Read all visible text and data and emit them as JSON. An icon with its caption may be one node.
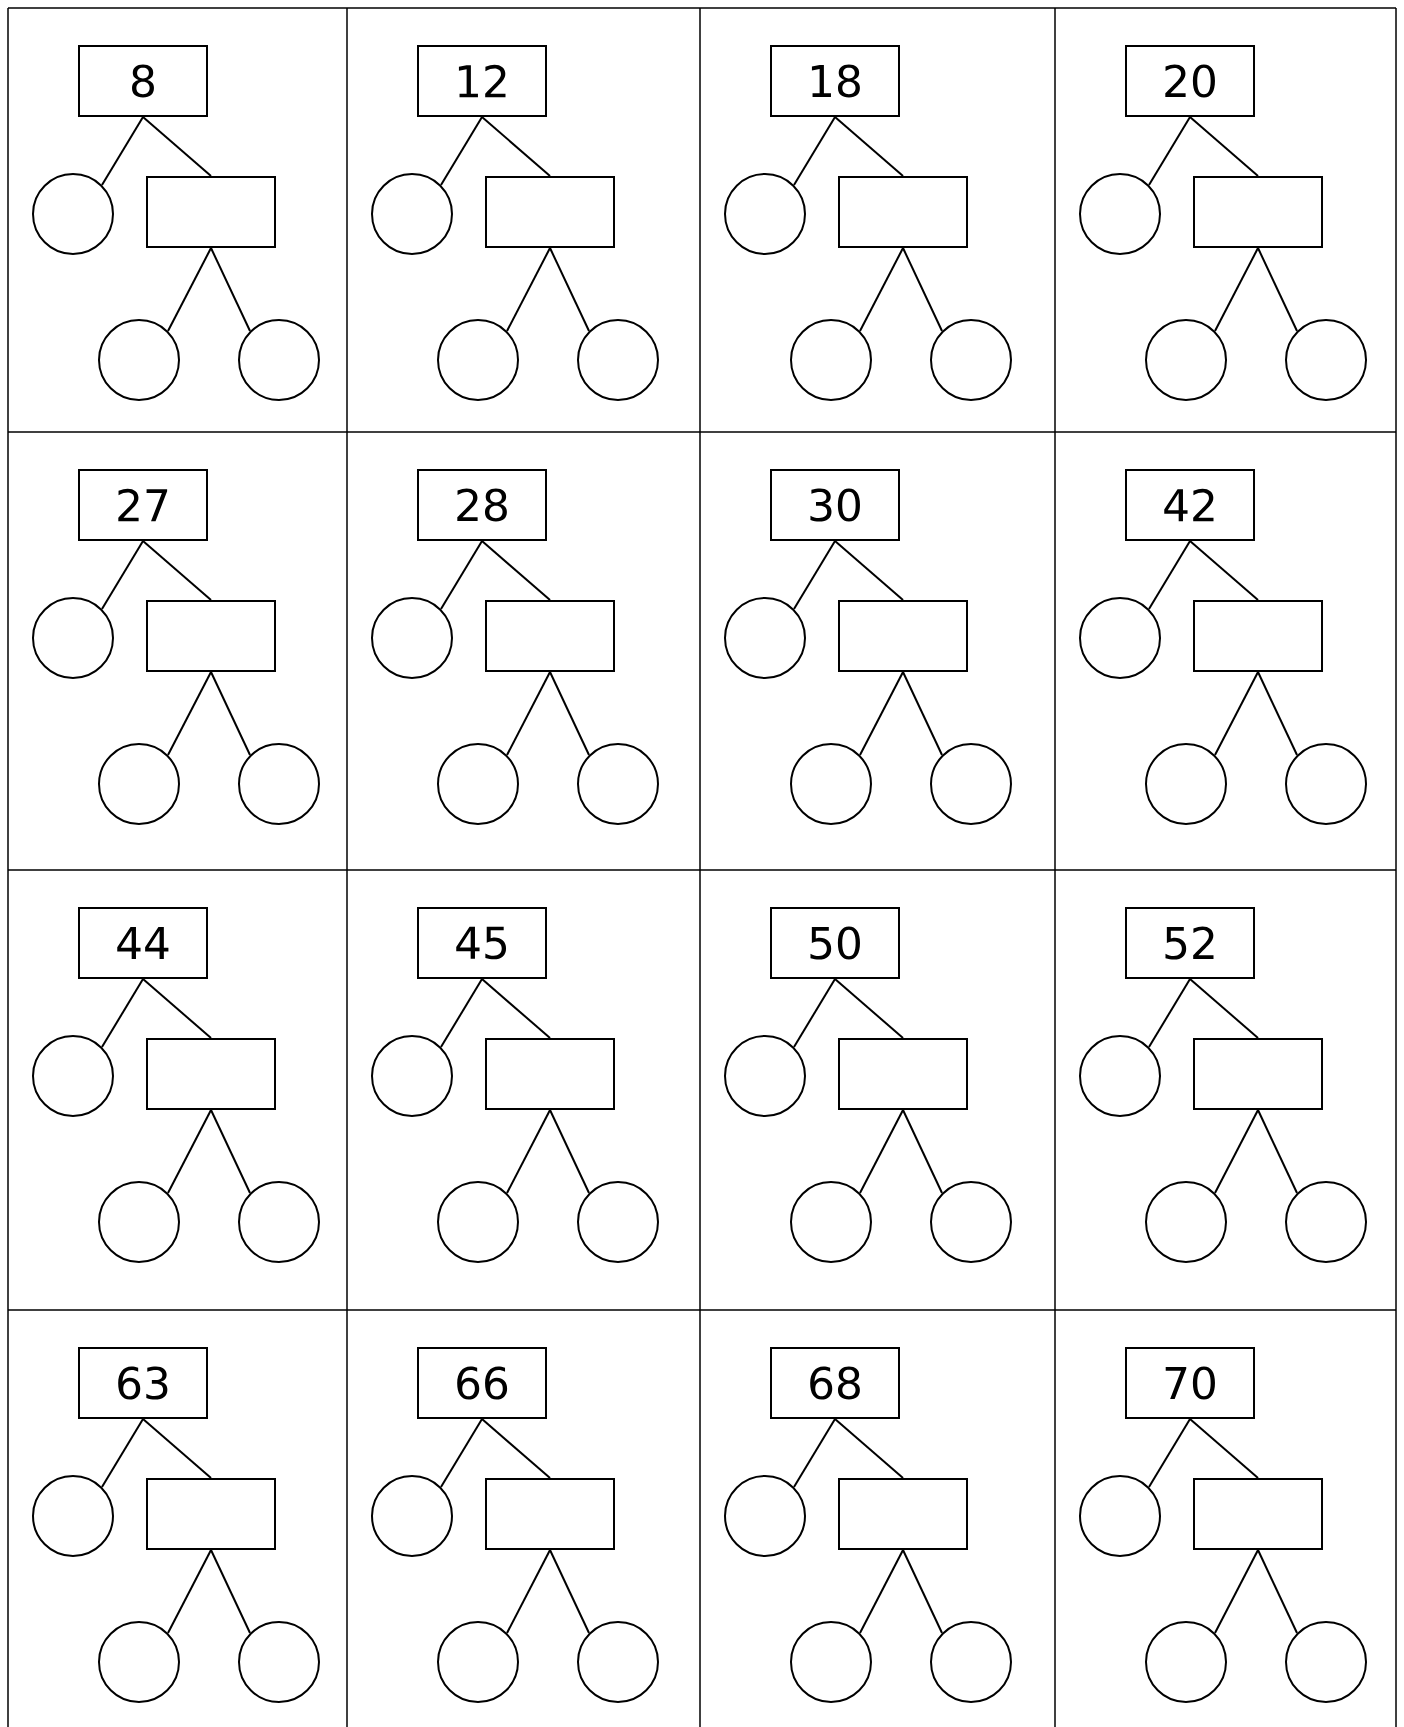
{
  "diagram": {
    "nodes": [
      {
        "text": [
          "8"
        ]
      },
      {
        "text": [],
        "shape": "circle"
      },
      {
        "text": [],
        "shape": "box"
      },
      {
        "text": [],
        "shape": "circle"
      },
      {
        "text": [],
        "shape": "circle"
      },
      {
        "text": [
          "12"
        ]
      },
      {
        "text": [],
        "shape": "circle"
      },
      {
        "text": [],
        "shape": "box"
      },
      {
        "text": [],
        "shape": "circle"
      },
      {
        "text": [],
        "shape": "circle"
      },
      {
        "text": [
          "18"
        ]
      },
      {
        "text": [],
        "shape": "circle"
      },
      {
        "text": [],
        "shape": "box"
      },
      {
        "text": [],
        "shape": "circle"
      },
      {
        "text": [],
        "shape": "circle"
      },
      {
        "text": [
          "20"
        ]
      },
      {
        "text": [],
        "shape": "circle"
      },
      {
        "text": [],
        "shape": "box"
      },
      {
        "text": [],
        "shape": "circle"
      },
      {
        "text": [],
        "shape": "circle"
      },
      {
        "text": [
          "27"
        ]
      },
      {
        "text": [],
        "shape": "circle"
      },
      {
        "text": [],
        "shape": "box"
      },
      {
        "text": [],
        "shape": "circle"
      },
      {
        "text": [],
        "shape": "circle"
      },
      {
        "text": [
          "28"
        ]
      },
      {
        "text": [],
        "shape": "circle"
      },
      {
        "text": [],
        "shape": "box"
      },
      {
        "text": [],
        "shape": "circle"
      },
      {
        "text": [],
        "shape": "circle"
      },
      {
        "text": [
          "30"
        ]
      },
      {
        "text": [],
        "shape": "circle"
      },
      {
        "text": [],
        "shape": "box"
      },
      {
        "text": [],
        "shape": "circle"
      },
      {
        "text": [],
        "shape": "circle"
      },
      {
        "text": [
          "42"
        ]
      },
      {
        "text": [],
        "shape": "circle"
      },
      {
        "text": [],
        "shape": "box"
      },
      {
        "text": [],
        "shape": "circle"
      },
      {
        "text": [],
        "shape": "circle"
      },
      {
        "text": [
          "44"
        ]
      },
      {
        "text": [],
        "shape": "circle"
      },
      {
        "text": [],
        "shape": "box"
      },
      {
        "text": [],
        "shape": "circle"
      },
      {
        "text": [],
        "shape": "circle"
      },
      {
        "text": [
          "45"
        ]
      },
      {
        "text": [],
        "shape": "circle"
      },
      {
        "text": [],
        "shape": "box"
      },
      {
        "text": [],
        "shape": "circle"
      },
      {
        "text": [],
        "shape": "circle"
      },
      {
        "text": [
          "50"
        ]
      },
      {
        "text": [],
        "shape": "circle"
      },
      {
        "text": [],
        "shape": "box"
      },
      {
        "text": [],
        "shape": "circle"
      },
      {
        "text": [],
        "shape": "circle"
      },
      {
        "text": [
          "52"
        ]
      },
      {
        "text": [],
        "shape": "circle"
      },
      {
        "text": [],
        "shape": "box"
      },
      {
        "text": [],
        "shape": "circle"
      },
      {
        "text": [],
        "shape": "circle"
      },
      {
        "text": [
          "63"
        ]
      },
      {
        "text": [],
        "shape": "circle"
      },
      {
        "text": [],
        "shape": "box"
      },
      {
        "text": [],
        "shape": "circle"
      },
      {
        "text": [],
        "shape": "circle"
      },
      {
        "text": [
          "66"
        ]
      },
      {
        "text": [],
        "shape": "circle"
      },
      {
        "text": [],
        "shape": "box"
      },
      {
        "text": [],
        "shape": "circle"
      },
      {
        "text": [],
        "shape": "circle"
      },
      {
        "text": [
          "68"
        ]
      },
      {
        "text": [],
        "shape": "circle"
      },
      {
        "text": [],
        "shape": "box"
      },
      {
        "text": [],
        "shape": "circle"
      },
      {
        "text": [],
        "shape": "circle"
      },
      {
        "text": [
          "70"
        ]
      },
      {
        "text": [],
        "shape": "circle"
      },
      {
        "text": [],
        "shape": "box"
      },
      {
        "text": [],
        "shape": "circle"
      },
      {
        "text": [],
        "shape": "circle"
      }
    ],
    "edges": [
      {
        "from": 0,
        "to": 1,
        "arrow": "none"
      },
      {
        "from": 0,
        "to": 2,
        "arrow": "none"
      },
      {
        "from": 2,
        "to": 3,
        "arrow": "none"
      },
      {
        "from": 2,
        "to": 4,
        "arrow": "none"
      },
      {
        "from": 5,
        "to": 6,
        "arrow": "none"
      },
      {
        "from": 5,
        "to": 7,
        "arrow": "none"
      },
      {
        "from": 7,
        "to": 8,
        "arrow": "none"
      },
      {
        "from": 7,
        "to": 9,
        "arrow": "none"
      },
      {
        "from": 10,
        "to": 11,
        "arrow": "none"
      },
      {
        "from": 10,
        "to": 12,
        "arrow": "none"
      },
      {
        "from": 12,
        "to": 13,
        "arrow": "none"
      },
      {
        "from": 12,
        "to": 14,
        "arrow": "none"
      },
      {
        "from": 15,
        "to": 16,
        "arrow": "none"
      },
      {
        "from": 15,
        "to": 17,
        "arrow": "none"
      },
      {
        "from": 17,
        "to": 18,
        "arrow": "none"
      },
      {
        "from": 17,
        "to": 19,
        "arrow": "none"
      },
      {
        "from": 20,
        "to": 21,
        "arrow": "none"
      },
      {
        "from": 20,
        "to": 22,
        "arrow": "none"
      },
      {
        "from": 22,
        "to": 23,
        "arrow": "none"
      },
      {
        "from": 22,
        "to": 24,
        "arrow": "none"
      },
      {
        "from": 25,
        "to": 26,
        "arrow": "none"
      },
      {
        "from": 25,
        "to": 27,
        "arrow": "none"
      },
      {
        "from": 27,
        "to": 28,
        "arrow": "none"
      },
      {
        "from": 27,
        "to": 29,
        "arrow": "none"
      },
      {
        "from": 30,
        "to": 31,
        "arrow": "none"
      },
      {
        "from": 30,
        "to": 32,
        "arrow": "none"
      },
      {
        "from": 32,
        "to": 33,
        "arrow": "none"
      },
      {
        "from": 32,
        "to": 34,
        "arrow": "none"
      },
      {
        "from": 35,
        "to": 36,
        "arrow": "none"
      },
      {
        "from": 35,
        "to": 37,
        "arrow": "none"
      },
      {
        "from": 37,
        "to": 38,
        "arrow": "none"
      },
      {
        "from": 37,
        "to": 39,
        "arrow": "none"
      },
      {
        "from": 40,
        "to": 41,
        "arrow": "none"
      },
      {
        "from": 40,
        "to": 42,
        "arrow": "none"
      },
      {
        "from": 42,
        "to": 43,
        "arrow": "none"
      },
      {
        "from": 42,
        "to": 44,
        "arrow": "none"
      },
      {
        "from": 45,
        "to": 46,
        "arrow": "none"
      },
      {
        "from": 45,
        "to": 47,
        "arrow": "none"
      },
      {
        "from": 47,
        "to": 48,
        "arrow": "none"
      },
      {
        "from": 47,
        "to": 49,
        "arrow": "none"
      },
      {
        "from": 50,
        "to": 51,
        "arrow": "none"
      },
      {
        "from": 50,
        "to": 52,
        "arrow": "none"
      },
      {
        "from": 52,
        "to": 53,
        "arrow": "none"
      },
      {
        "from": 52,
        "to": 54,
        "arrow": "none"
      },
      {
        "from": 55,
        "to": 56,
        "arrow": "none"
      },
      {
        "from": 55,
        "to": 57,
        "arrow": "none"
      },
      {
        "from": 57,
        "to": 58,
        "arrow": "none"
      },
      {
        "from": 57,
        "to": 59,
        "arrow": "none"
      },
      {
        "from": 60,
        "to": 61,
        "arrow": "none"
      },
      {
        "from": 60,
        "to": 62,
        "arrow": "none"
      },
      {
        "from": 62,
        "to": 63,
        "arrow": "none"
      },
      {
        "from": 62,
        "to": 64,
        "arrow": "none"
      },
      {
        "from": 65,
        "to": 66,
        "arrow": "none"
      },
      {
        "from": 65,
        "to": 67,
        "arrow": "none"
      },
      {
        "from": 67,
        "to": 68,
        "arrow": "none"
      },
      {
        "from": 67,
        "to": 69,
        "arrow": "none"
      },
      {
        "from": 70,
        "to": 71,
        "arrow": "none"
      },
      {
        "from": 70,
        "to": 72,
        "arrow": "none"
      },
      {
        "from": 72,
        "to": 73,
        "arrow": "none"
      },
      {
        "from": 72,
        "to": 74,
        "arrow": "none"
      },
      {
        "from": 75,
        "to": 76,
        "arrow": "none"
      },
      {
        "from": 75,
        "to": 77,
        "arrow": "none"
      },
      {
        "from": 77,
        "to": 78,
        "arrow": "none"
      },
      {
        "from": 77,
        "to": 79,
        "arrow": "none"
      }
    ]
  }
}
